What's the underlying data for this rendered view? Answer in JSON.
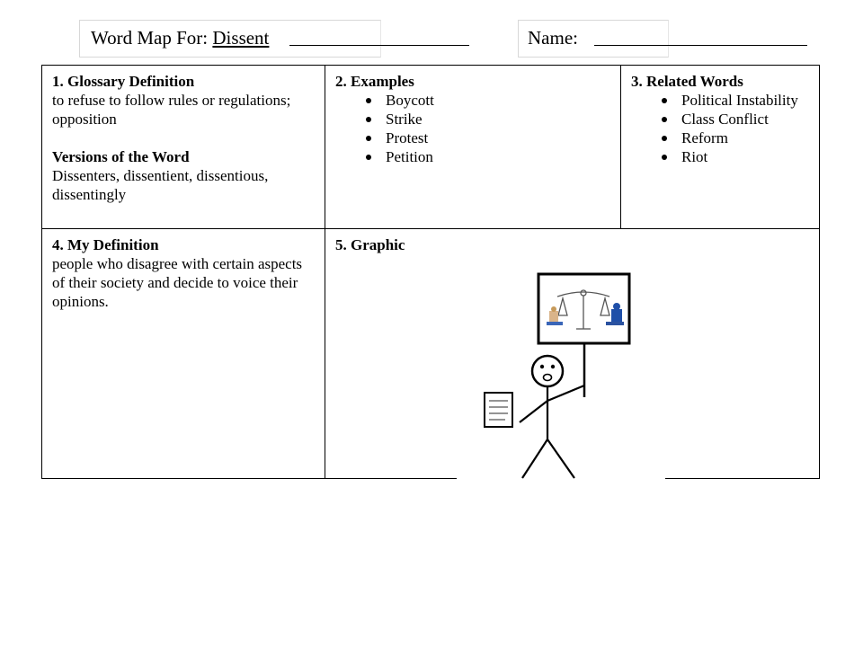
{
  "header": {
    "word_map_label": "Word Map For: ",
    "word": "Dissent",
    "name_label": "Name:"
  },
  "cells": {
    "glossary_heading": "1. Glossary Definition",
    "glossary_text": "to refuse to follow rules or regulations; opposition",
    "versions_heading": "Versions of the Word",
    "versions_text": "Dissenters, dissentient, dissentious, dissentingly",
    "examples_heading": "2. Examples",
    "examples": [
      "Boycott",
      "Strike",
      "Protest",
      "Petition"
    ],
    "related_heading": "3. Related Words",
    "related": [
      "Political Instability",
      "Class Conflict",
      "Reform",
      "Riot"
    ],
    "my_definition_heading": "4. My Definition",
    "my_definition_text": "people who disagree with certain aspects of their society and decide to voice their opinions.",
    "graphic_heading": "5. Graphic"
  }
}
